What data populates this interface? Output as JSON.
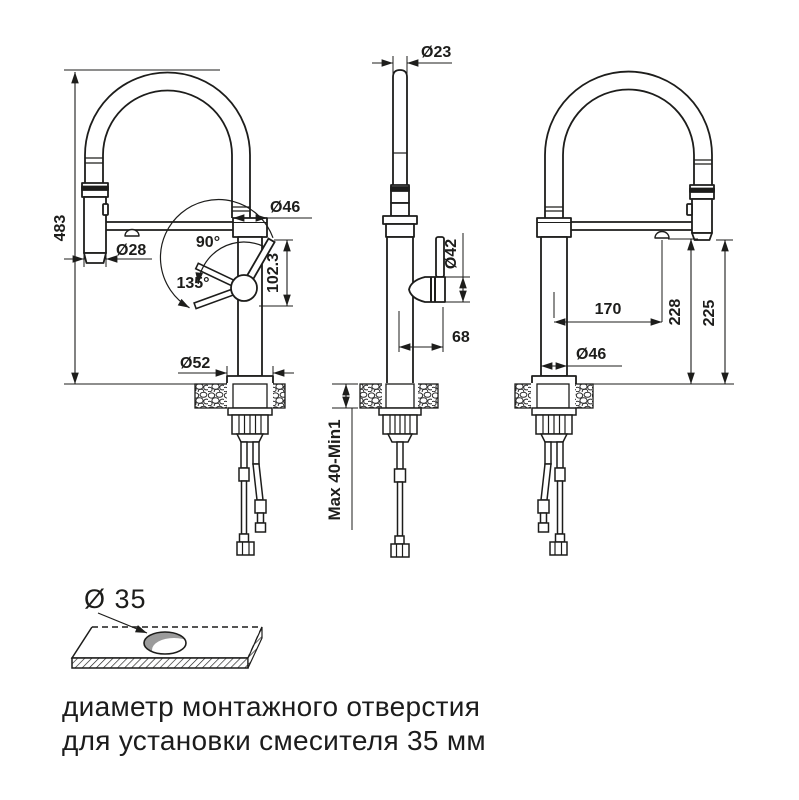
{
  "drawing": {
    "front_view": {
      "total_height": "483",
      "spray_diameter": "Ø28",
      "spout_diameter": "Ø46",
      "angle_small": "90°",
      "angle_large": "135°",
      "handle_length": "102.3",
      "base_diameter": "Ø52"
    },
    "side_view": {
      "tip_diameter": "Ø23",
      "handle_diameter": "Ø42",
      "handle_offset": "68",
      "deck_thickness": "Max 40-Min1"
    },
    "rear_view": {
      "spout_reach": "170",
      "outlet_height": "228",
      "spray_height": "225",
      "body_diameter": "Ø46"
    },
    "hole_detail": {
      "diameter": "Ø 35"
    },
    "caption_line1": "диаметр монтажного отверстия",
    "caption_line2": "для установки смесителя 35 мм"
  },
  "colors": {
    "line": "#1d1d1b",
    "text": "#1c1c1c",
    "hole_fill": "#9b9b9b",
    "background": "#ffffff"
  }
}
